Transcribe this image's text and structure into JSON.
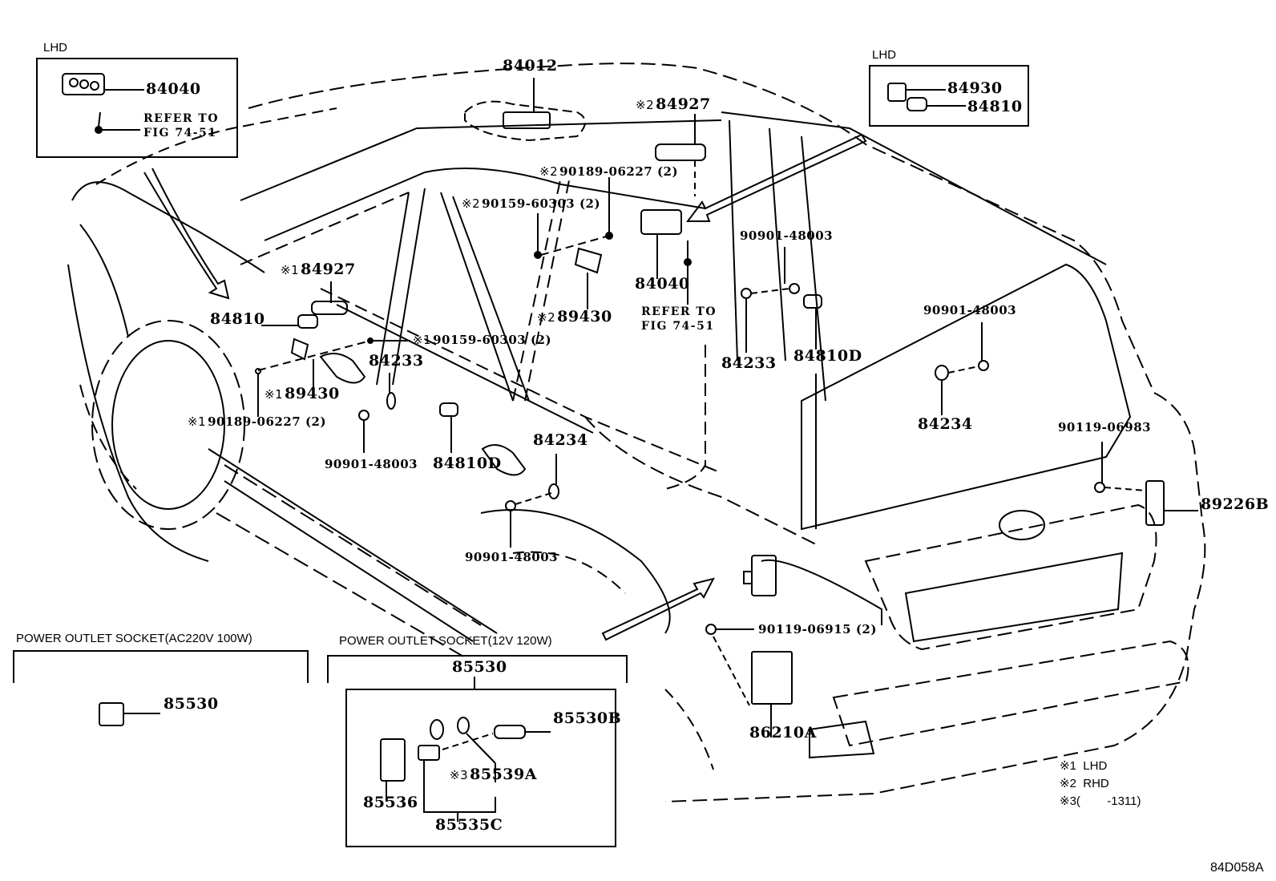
{
  "diagram": {
    "code": "84D058A",
    "insets": {
      "lhd_left": {
        "title": "LHD",
        "part": "84040",
        "ref_line1": "REFER TO",
        "ref_line2": "FIG 74-51"
      },
      "lhd_right": {
        "title": "LHD",
        "parts": [
          "84930",
          "84810"
        ]
      },
      "ac_socket": {
        "title": "POWER OUTLET SOCKET(AC220V 100W)",
        "part": "85530"
      },
      "dc_socket": {
        "title": "POWER OUTLET SOCKET(12V 120W)",
        "assembly": "85530",
        "parts": {
          "p85530B": "85530B",
          "p85539A": "85539A",
          "p85539A_mark": "※3",
          "p85536": "85536",
          "p85535C": "85535C"
        }
      }
    },
    "callouts": {
      "c84012": "84012",
      "c84927_rhd_mark": "※2",
      "c84927_rhd": "84927",
      "c90189_rhd_mark": "※2",
      "c90189_rhd": "90189-06227 (2)",
      "c90159_rhd_mark": "※2",
      "c90159_rhd": "90159-60303 (2)",
      "c84040": "84040",
      "ref_line1": "REFER TO",
      "ref_line2": "FIG 74-51",
      "c89430_rhd_mark": "※2",
      "c89430_rhd": "89430",
      "c84927_lhd_mark": "※1",
      "c84927_lhd": "84927",
      "c84810": "84810",
      "c90159_lhd_mark": "※1",
      "c90159_lhd": "90159-60303 (2)",
      "c84233_front": "84233",
      "c89430_lhd_mark": "※1",
      "c89430_lhd": "89430",
      "c90189_lhd_mark": "※1",
      "c90189_lhd": "90189-06227 (2)",
      "c90901_front": "90901-48003",
      "c84810D_front": "84810D",
      "c84234_front": "84234",
      "c90901_frontlow": "90901-48003",
      "c90901_rearupper": "90901-48003",
      "c84233_rear": "84233",
      "c84810D_rear": "84810D",
      "c90901_rearright": "90901-48003",
      "c84234_rear": "84234",
      "c90119_06983": "90119-06983",
      "c89226B": "89226B",
      "c90119_06915": "90119-06915 (2)",
      "c86210A": "86210A"
    },
    "legend": [
      {
        "mark": "※1",
        "text": "LHD"
      },
      {
        "mark": "※2",
        "text": "RHD"
      },
      {
        "mark": "※3",
        "text": "(        -1311)"
      }
    ]
  }
}
